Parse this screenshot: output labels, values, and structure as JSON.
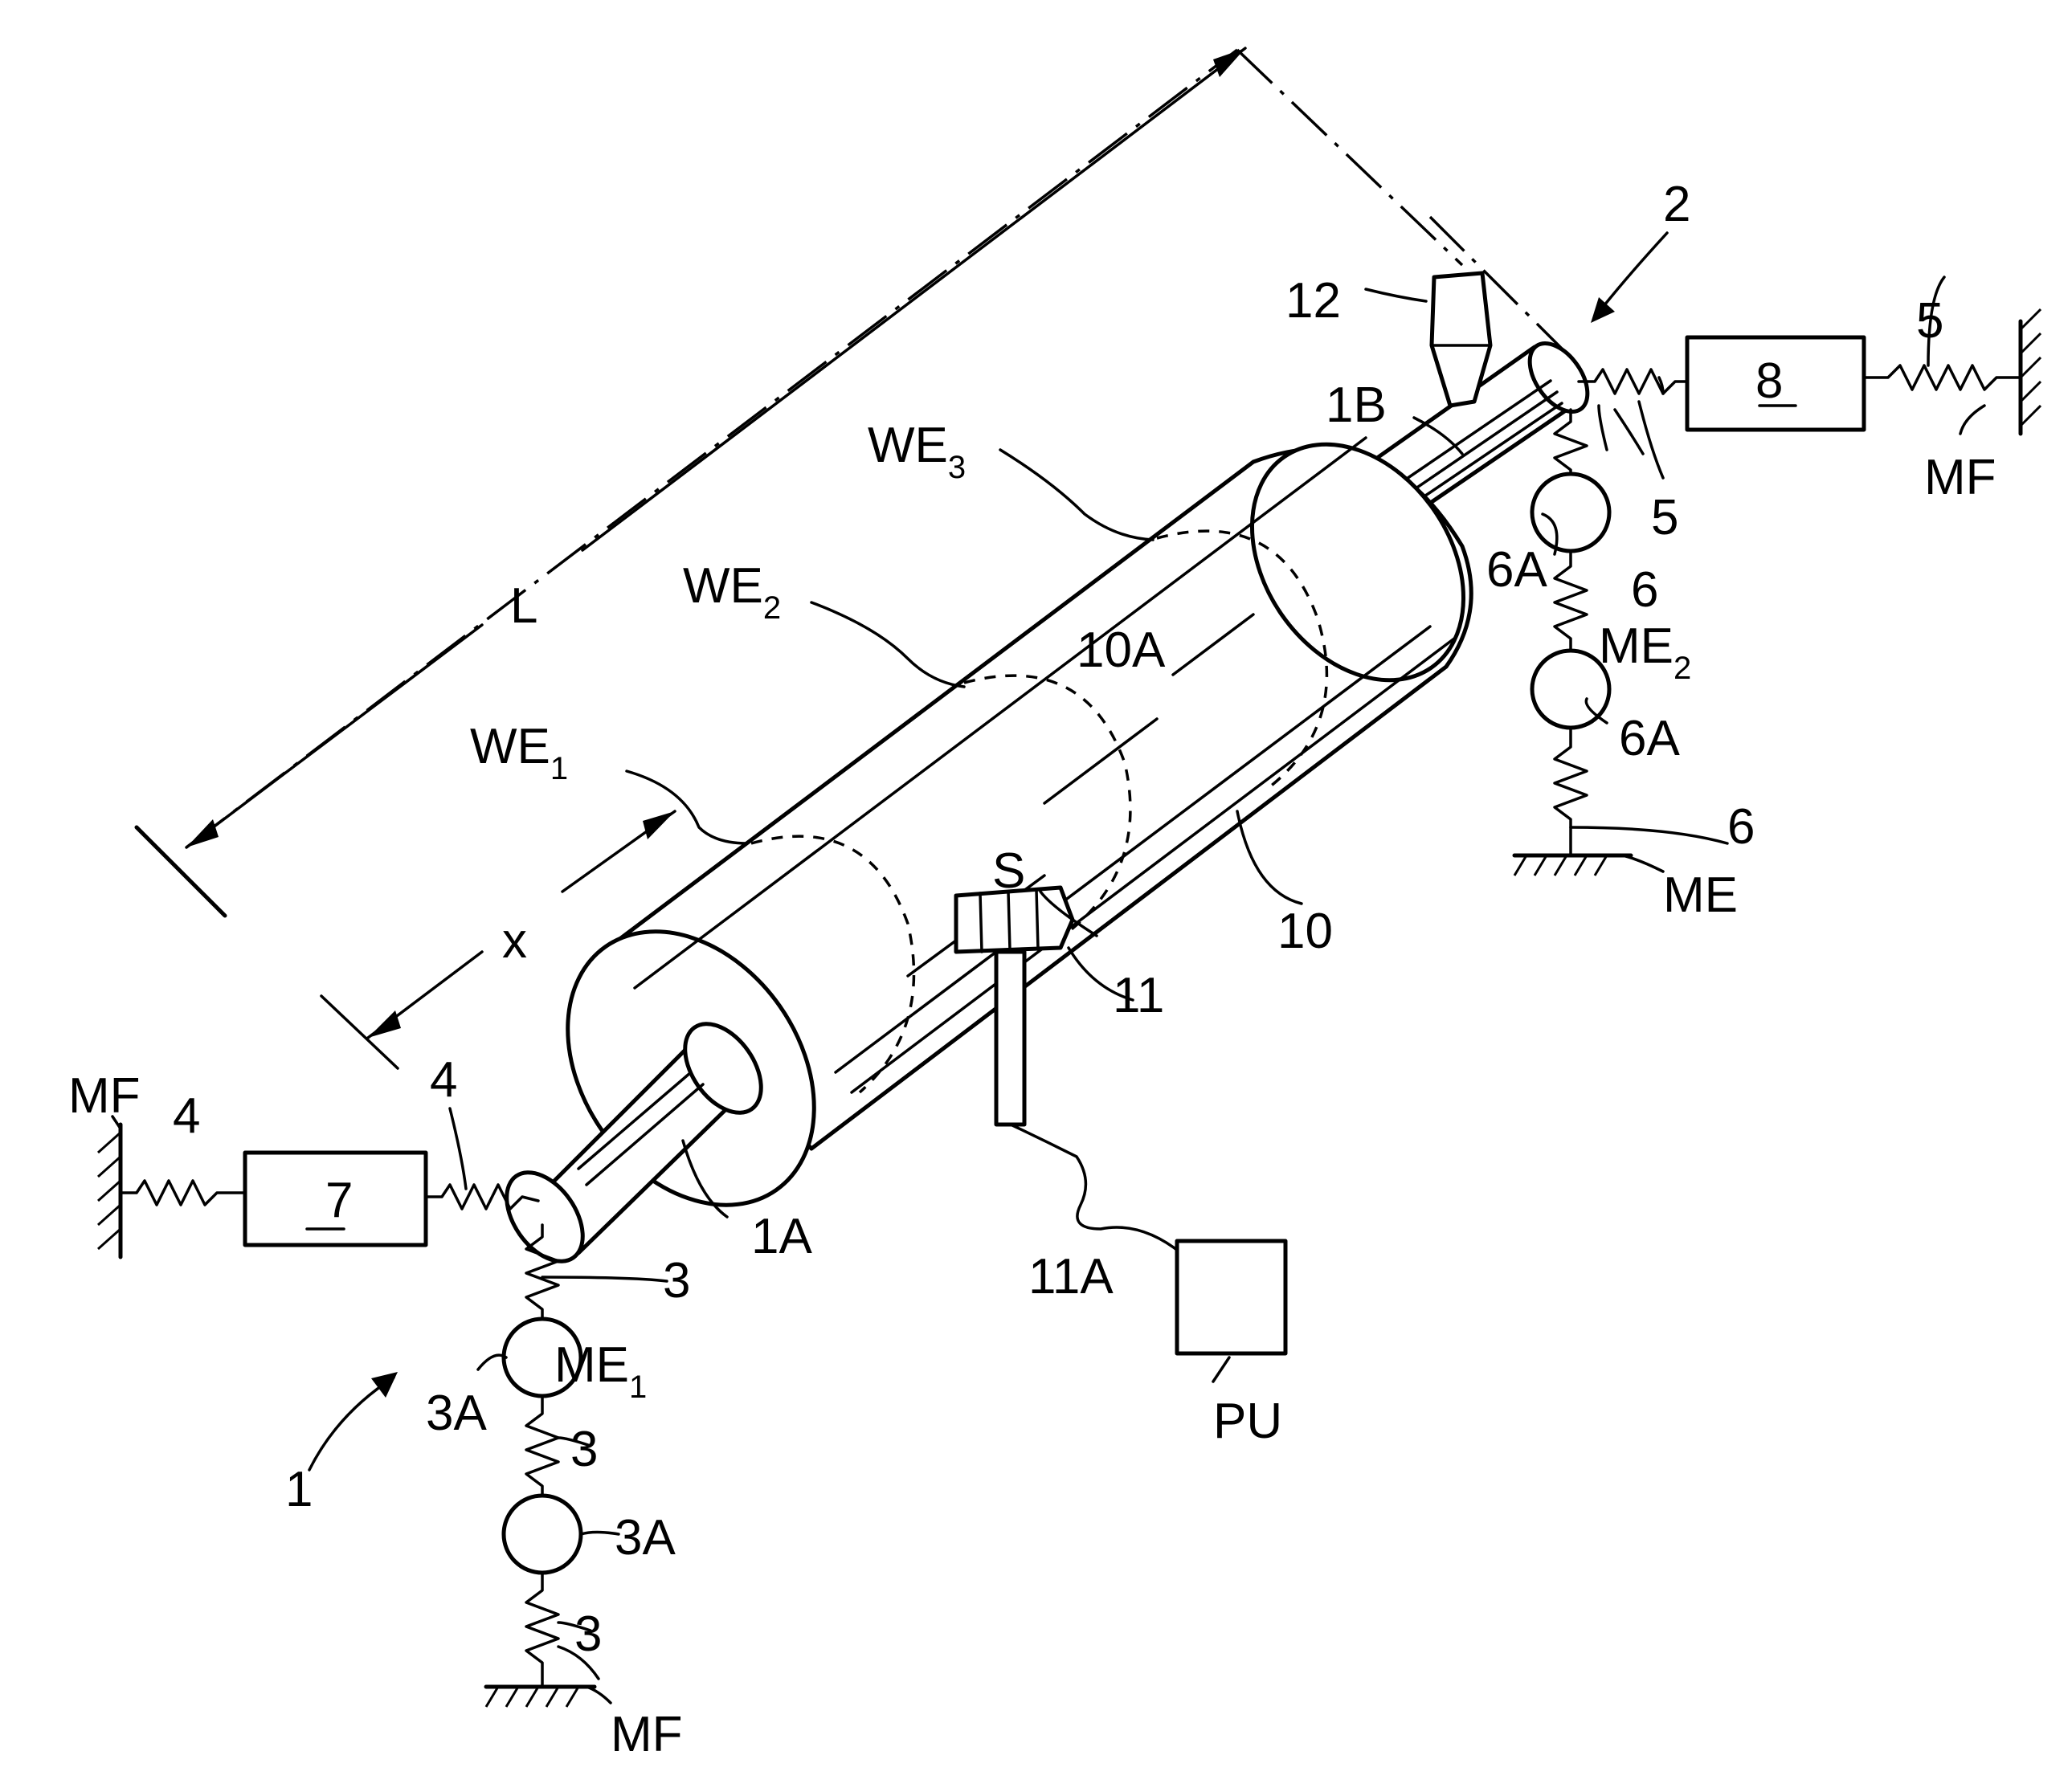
{
  "figure": {
    "labels": {
      "assembly_left": "1",
      "assembly_right": "2",
      "spring_left_vertical": "3",
      "mass_left": "3A",
      "spring_left_horizontal": "4",
      "spring_right_horizontal": "5",
      "spring_right_vertical": "6",
      "mass_right": "6A",
      "actuator_left": "7",
      "actuator_right": "8",
      "roll": "10",
      "roll_surface": "10A",
      "sensor_mount": "11",
      "sensor_cable": "11A",
      "nozzle": "12",
      "journal_left": "1A",
      "journal_right": "1B",
      "length": "L",
      "position": "x",
      "sensor": "S",
      "processing_unit": "PU",
      "frame": "MF",
      "ground": "ME",
      "me1_base": "ME",
      "me1_sub": "1",
      "me2_base": "ME",
      "me2_sub": "2",
      "we_base": "WE",
      "we1_sub": "1",
      "we2_sub": "2",
      "we3_sub": "3"
    }
  }
}
